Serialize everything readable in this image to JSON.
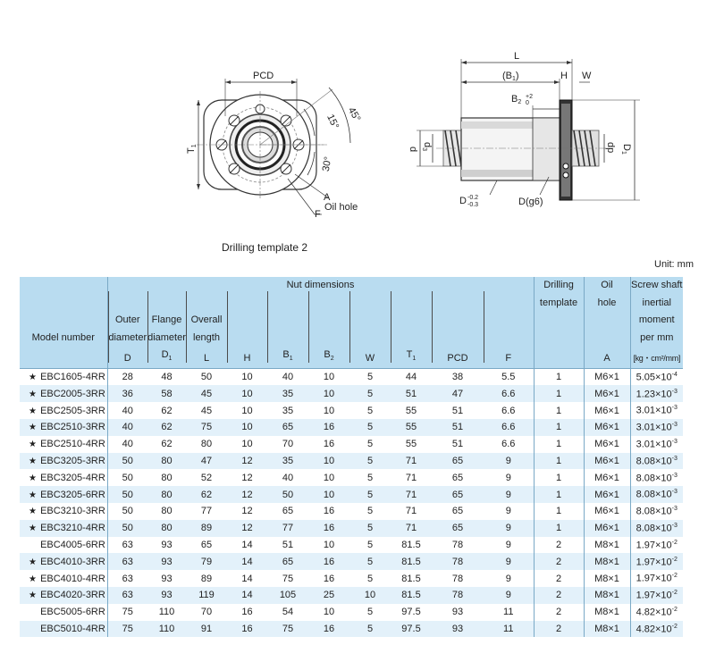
{
  "drawing": {
    "front": {
      "pcd_label": "PCD",
      "t1_label": "T",
      "t1_sub": "1",
      "angle_45": "45°",
      "angle_15": "15°",
      "angle_30": "30°",
      "a_label": "A",
      "f_label": "F",
      "oil_hole_label": "Oil hole"
    },
    "side": {
      "l_label": "L",
      "b1_label": "(B",
      "b1_sub": "1",
      "b1_close": ")",
      "h_label": "H",
      "w_label": "W",
      "b2_label": "B",
      "b2_sub": "2",
      "b2_tol_upper": "+2",
      "b2_tol_lower": "0",
      "d_label": "d",
      "d3_label": "d",
      "d3_sub": "3",
      "dp_label": "dp",
      "d1_label": "D",
      "d1_sub": "1",
      "dtol_label": "D",
      "dtol_upper": "-0.2",
      "dtol_lower": "-0.3",
      "dg6_label": "D(g6)"
    }
  },
  "caption": "Drilling template 2",
  "unit": "Unit: mm",
  "table": {
    "header": {
      "model": "Model number",
      "nut_dimensions": "Nut dimensions",
      "outer_diameter": [
        "Outer",
        "diameter"
      ],
      "flange_diameter": [
        "Flange",
        "diameter"
      ],
      "overall_length": [
        "Overall",
        "length"
      ],
      "drilling_template": [
        "Drilling",
        "template"
      ],
      "oil_hole": [
        "Oil",
        "hole"
      ],
      "inertia": [
        "Screw shaft",
        "inertial",
        "moment",
        "per mm"
      ],
      "symbols": {
        "D": "D",
        "D1": "D",
        "D1_sub": "1",
        "L": "L",
        "H": "H",
        "B1": "B",
        "B1_sub": "1",
        "B2": "B",
        "B2_sub": "2",
        "W": "W",
        "T1": "T",
        "T1_sub": "1",
        "PCD": "PCD",
        "F": "F",
        "A": "A",
        "inertia_unit": "[kg・cm²/mm]"
      }
    },
    "rows": [
      {
        "star": "★",
        "model": "EBC1605-4RR",
        "D": "28",
        "D1": "48",
        "L": "50",
        "H": "10",
        "B1": "40",
        "B2": "10",
        "W": "5",
        "T1": "44",
        "PCD": "38",
        "F": "5.5",
        "drill": "1",
        "oil": "M6×1",
        "inertia": "5.05×10",
        "exp": "-4"
      },
      {
        "star": "★",
        "model": "EBC2005-3RR",
        "D": "36",
        "D1": "58",
        "L": "45",
        "H": "10",
        "B1": "35",
        "B2": "10",
        "W": "5",
        "T1": "51",
        "PCD": "47",
        "F": "6.6",
        "drill": "1",
        "oil": "M6×1",
        "inertia": "1.23×10",
        "exp": "-3"
      },
      {
        "star": "★",
        "model": "EBC2505-3RR",
        "D": "40",
        "D1": "62",
        "L": "45",
        "H": "10",
        "B1": "35",
        "B2": "10",
        "W": "5",
        "T1": "55",
        "PCD": "51",
        "F": "6.6",
        "drill": "1",
        "oil": "M6×1",
        "inertia": "3.01×10",
        "exp": "-3"
      },
      {
        "star": "★",
        "model": "EBC2510-3RR",
        "D": "40",
        "D1": "62",
        "L": "75",
        "H": "10",
        "B1": "65",
        "B2": "16",
        "W": "5",
        "T1": "55",
        "PCD": "51",
        "F": "6.6",
        "drill": "1",
        "oil": "M6×1",
        "inertia": "3.01×10",
        "exp": "-3"
      },
      {
        "star": "★",
        "model": "EBC2510-4RR",
        "D": "40",
        "D1": "62",
        "L": "80",
        "H": "10",
        "B1": "70",
        "B2": "16",
        "W": "5",
        "T1": "55",
        "PCD": "51",
        "F": "6.6",
        "drill": "1",
        "oil": "M6×1",
        "inertia": "3.01×10",
        "exp": "-3"
      },
      {
        "star": "★",
        "model": "EBC3205-3RR",
        "D": "50",
        "D1": "80",
        "L": "47",
        "H": "12",
        "B1": "35",
        "B2": "10",
        "W": "5",
        "T1": "71",
        "PCD": "65",
        "F": "9",
        "drill": "1",
        "oil": "M6×1",
        "inertia": "8.08×10",
        "exp": "-3"
      },
      {
        "star": "★",
        "model": "EBC3205-4RR",
        "D": "50",
        "D1": "80",
        "L": "52",
        "H": "12",
        "B1": "40",
        "B2": "10",
        "W": "5",
        "T1": "71",
        "PCD": "65",
        "F": "9",
        "drill": "1",
        "oil": "M6×1",
        "inertia": "8.08×10",
        "exp": "-3"
      },
      {
        "star": "★",
        "model": "EBC3205-6RR",
        "D": "50",
        "D1": "80",
        "L": "62",
        "H": "12",
        "B1": "50",
        "B2": "10",
        "W": "5",
        "T1": "71",
        "PCD": "65",
        "F": "9",
        "drill": "1",
        "oil": "M6×1",
        "inertia": "8.08×10",
        "exp": "-3"
      },
      {
        "star": "★",
        "model": "EBC3210-3RR",
        "D": "50",
        "D1": "80",
        "L": "77",
        "H": "12",
        "B1": "65",
        "B2": "16",
        "W": "5",
        "T1": "71",
        "PCD": "65",
        "F": "9",
        "drill": "1",
        "oil": "M6×1",
        "inertia": "8.08×10",
        "exp": "-3"
      },
      {
        "star": "★",
        "model": "EBC3210-4RR",
        "D": "50",
        "D1": "80",
        "L": "89",
        "H": "12",
        "B1": "77",
        "B2": "16",
        "W": "5",
        "T1": "71",
        "PCD": "65",
        "F": "9",
        "drill": "1",
        "oil": "M6×1",
        "inertia": "8.08×10",
        "exp": "-3"
      },
      {
        "star": "",
        "model": "EBC4005-6RR",
        "D": "63",
        "D1": "93",
        "L": "65",
        "H": "14",
        "B1": "51",
        "B2": "10",
        "W": "5",
        "T1": "81.5",
        "PCD": "78",
        "F": "9",
        "drill": "2",
        "oil": "M8×1",
        "inertia": "1.97×10",
        "exp": "-2"
      },
      {
        "star": "★",
        "model": "EBC4010-3RR",
        "D": "63",
        "D1": "93",
        "L": "79",
        "H": "14",
        "B1": "65",
        "B2": "16",
        "W": "5",
        "T1": "81.5",
        "PCD": "78",
        "F": "9",
        "drill": "2",
        "oil": "M8×1",
        "inertia": "1.97×10",
        "exp": "-2"
      },
      {
        "star": "★",
        "model": "EBC4010-4RR",
        "D": "63",
        "D1": "93",
        "L": "89",
        "H": "14",
        "B1": "75",
        "B2": "16",
        "W": "5",
        "T1": "81.5",
        "PCD": "78",
        "F": "9",
        "drill": "2",
        "oil": "M8×1",
        "inertia": "1.97×10",
        "exp": "-2"
      },
      {
        "star": "★",
        "model": "EBC4020-3RR",
        "D": "63",
        "D1": "93",
        "L": "119",
        "H": "14",
        "B1": "105",
        "B2": "25",
        "W": "10",
        "T1": "81.5",
        "PCD": "78",
        "F": "9",
        "drill": "2",
        "oil": "M8×1",
        "inertia": "1.97×10",
        "exp": "-2"
      },
      {
        "star": "",
        "model": "EBC5005-6RR",
        "D": "75",
        "D1": "110",
        "L": "70",
        "H": "16",
        "B1": "54",
        "B2": "10",
        "W": "5",
        "T1": "97.5",
        "PCD": "93",
        "F": "11",
        "drill": "2",
        "oil": "M8×1",
        "inertia": "4.82×10",
        "exp": "-2"
      },
      {
        "star": "",
        "model": "EBC5010-4RR",
        "D": "75",
        "D1": "110",
        "L": "91",
        "H": "16",
        "B1": "75",
        "B2": "16",
        "W": "5",
        "T1": "97.5",
        "PCD": "93",
        "F": "11",
        "drill": "2",
        "oil": "M8×1",
        "inertia": "4.82×10",
        "exp": "-2"
      }
    ]
  }
}
